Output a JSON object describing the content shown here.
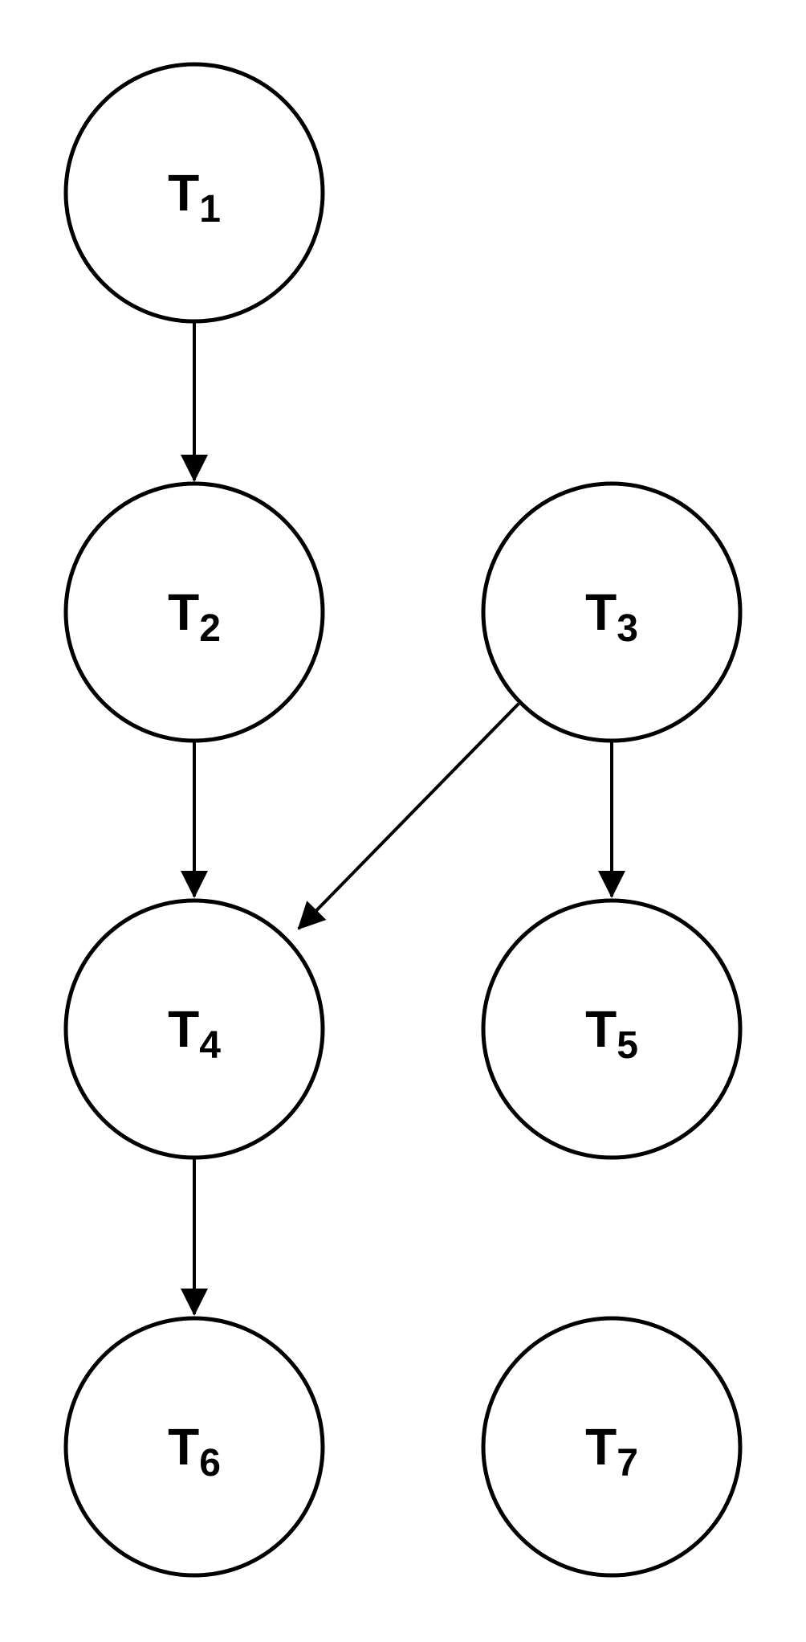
{
  "diagram": {
    "type": "directed-graph",
    "background_color": "#ffffff",
    "stroke_color": "#000000",
    "node_fill_color": "#ffffff",
    "nodes": [
      {
        "id": "T1",
        "base": "T",
        "sub": "1"
      },
      {
        "id": "T2",
        "base": "T",
        "sub": "2"
      },
      {
        "id": "T3",
        "base": "T",
        "sub": "3"
      },
      {
        "id": "T4",
        "base": "T",
        "sub": "4"
      },
      {
        "id": "T5",
        "base": "T",
        "sub": "5"
      },
      {
        "id": "T6",
        "base": "T",
        "sub": "6"
      },
      {
        "id": "T7",
        "base": "T",
        "sub": "7"
      }
    ],
    "edges": [
      {
        "from": "T1",
        "to": "T2"
      },
      {
        "from": "T2",
        "to": "T4"
      },
      {
        "from": "T3",
        "to": "T4"
      },
      {
        "from": "T3",
        "to": "T5"
      },
      {
        "from": "T4",
        "to": "T6"
      }
    ]
  }
}
